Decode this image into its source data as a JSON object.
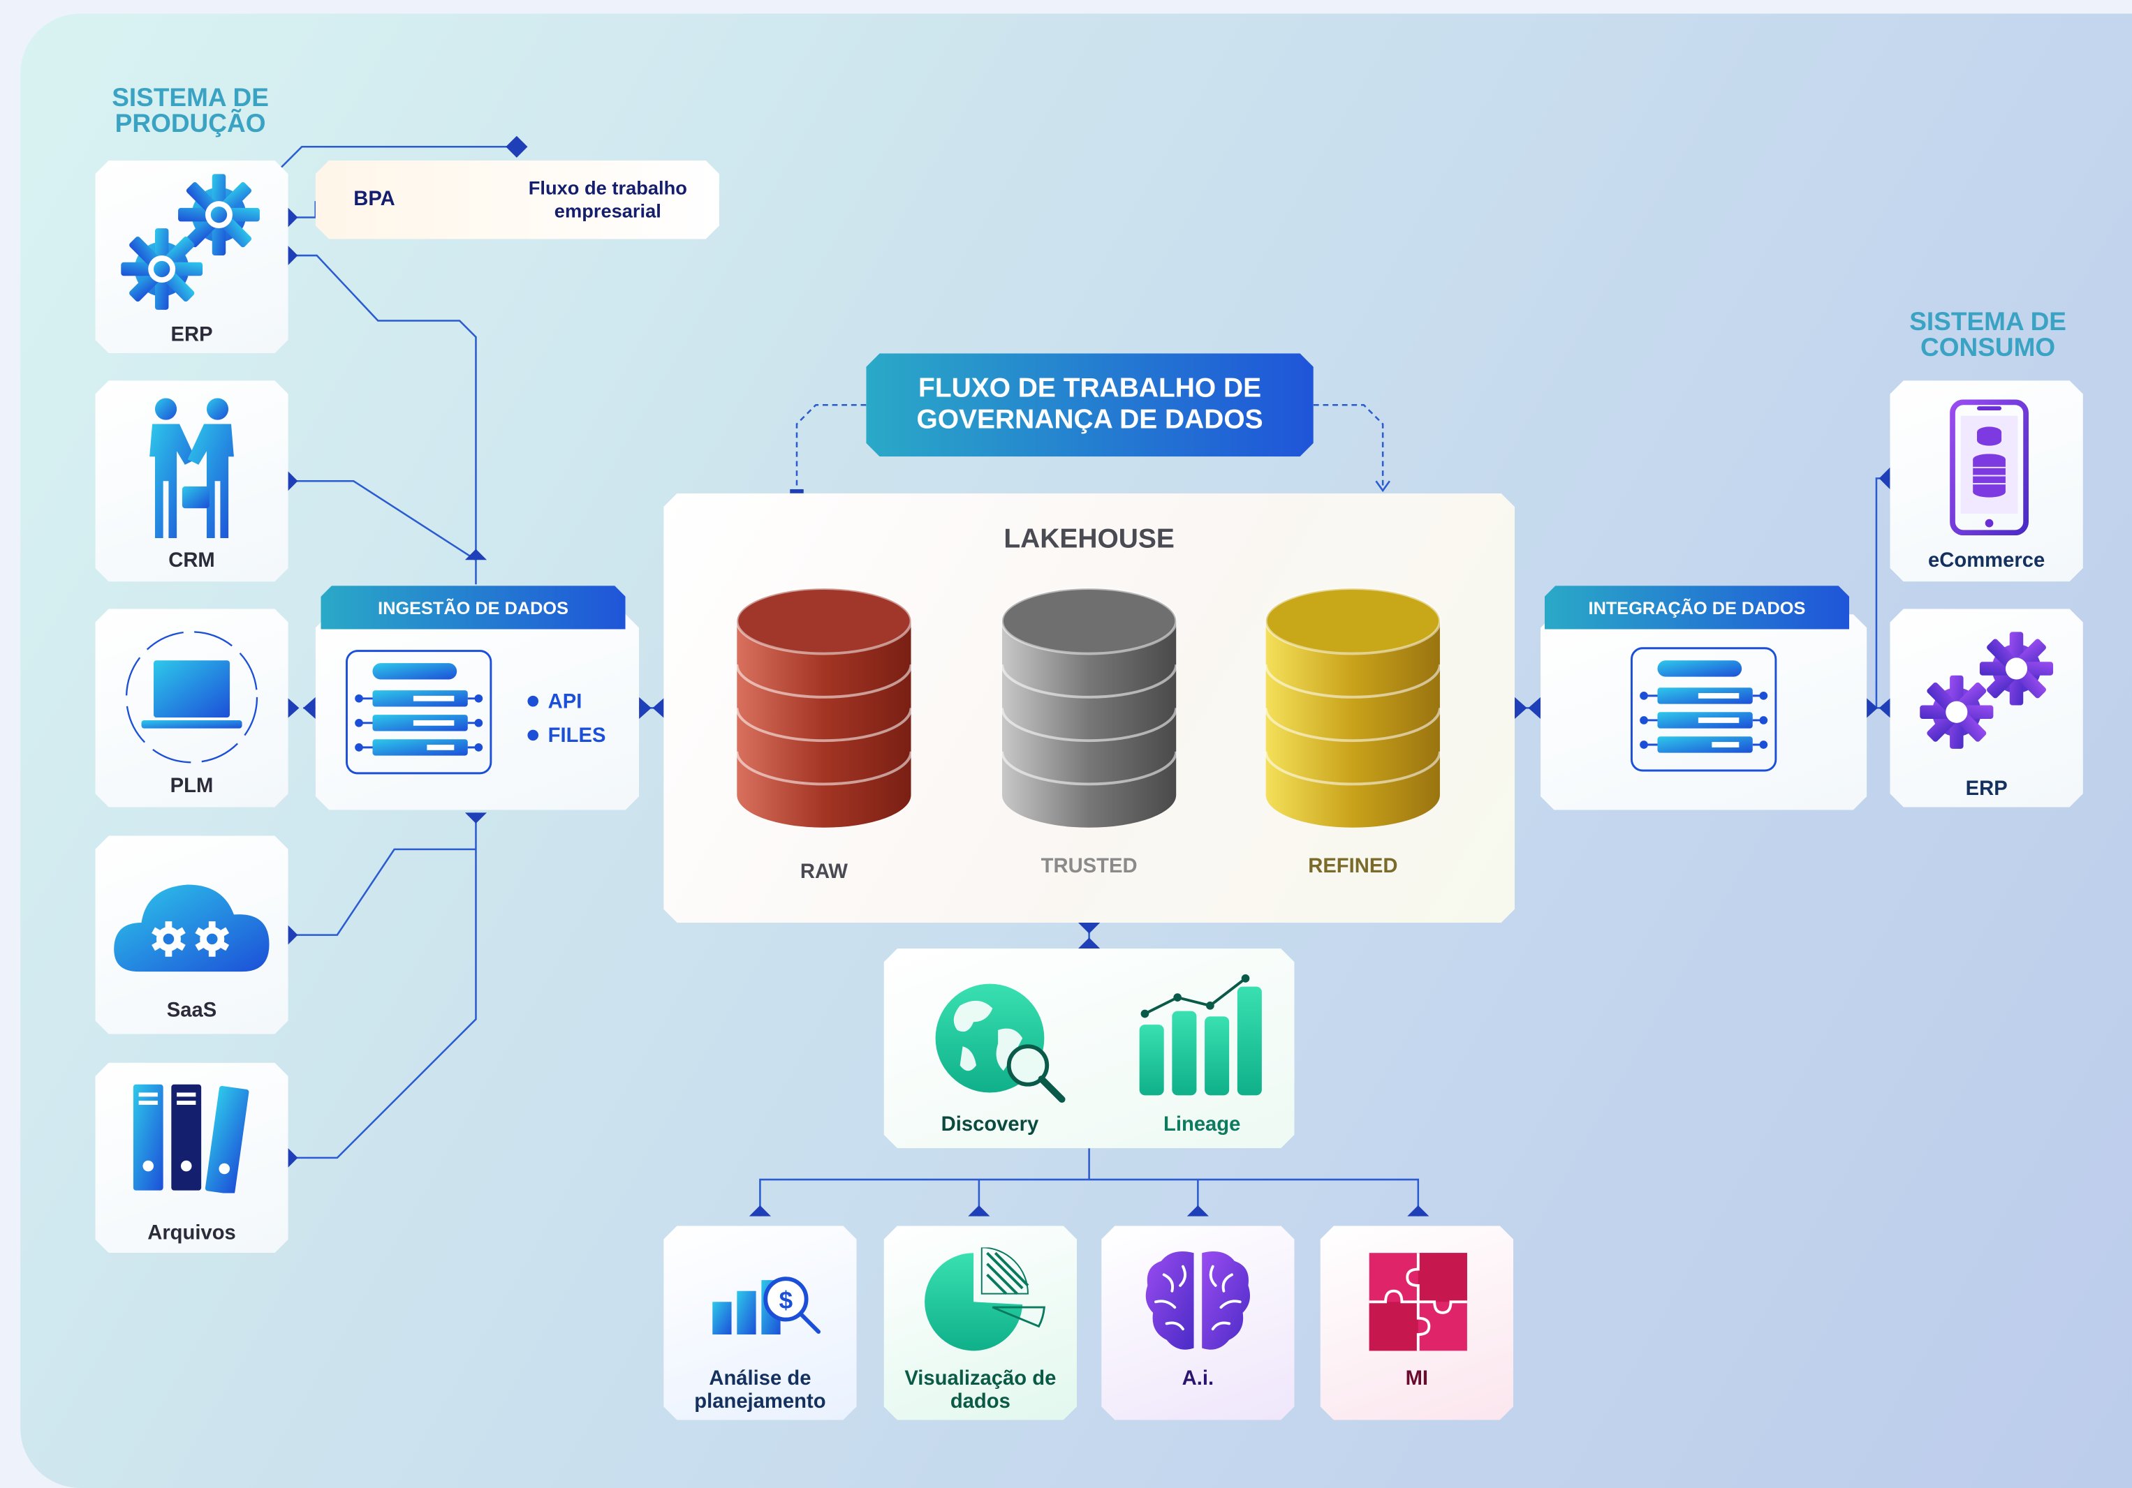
{
  "production_system": {
    "title": "SISTEMA DE PRODUÇÃO"
  },
  "consumption_system": {
    "title": "SISTEMA DE CONSUMO"
  },
  "bpa": {
    "label": "BPA",
    "description": "Fluxo de trabalho empresarial"
  },
  "sources": [
    {
      "label": "ERP",
      "icon": "gears-icon"
    },
    {
      "label": "CRM",
      "icon": "handshake-icon"
    },
    {
      "label": "PLM",
      "icon": "laptop-icon"
    },
    {
      "label": "SaaS",
      "icon": "cloud-gears-icon"
    },
    {
      "label": "Arquivos",
      "icon": "binders-icon"
    }
  ],
  "ingestion": {
    "title": "INGESTÃO DE DADOS",
    "items": [
      "API",
      "FILES"
    ]
  },
  "governance": {
    "title": "FLUXO DE TRABALHO DE GOVERNANÇA DE DADOS"
  },
  "lakehouse": {
    "title": "LAKEHOUSE",
    "layers": [
      {
        "label": "RAW",
        "color": "#a0372a"
      },
      {
        "label": "TRUSTED",
        "color": "#6f6f6f"
      },
      {
        "label": "REFINED",
        "color": "#c8a818"
      }
    ]
  },
  "integration": {
    "title": "INTEGRAÇÃO DE DADOS"
  },
  "consumers": [
    {
      "label": "eCommerce",
      "icon": "smartphone-icon"
    },
    {
      "label": "ERP",
      "icon": "gears-icon"
    }
  ],
  "catalog": {
    "discovery": "Discovery",
    "lineage": "Lineage"
  },
  "outputs": [
    {
      "label": "Análise de planejamento",
      "icon": "planning-chart-icon"
    },
    {
      "label": "Visualização de dados",
      "icon": "pie-chart-icon"
    },
    {
      "label": "A.i.",
      "icon": "brain-icon"
    },
    {
      "label": "MI",
      "icon": "puzzle-icon"
    }
  ],
  "colors": {
    "primary_blue": "#1f55d9",
    "teal": "#2aa9c7",
    "purple": "#6a2ed6",
    "green": "#21c29a",
    "magenta": "#d3195a"
  }
}
